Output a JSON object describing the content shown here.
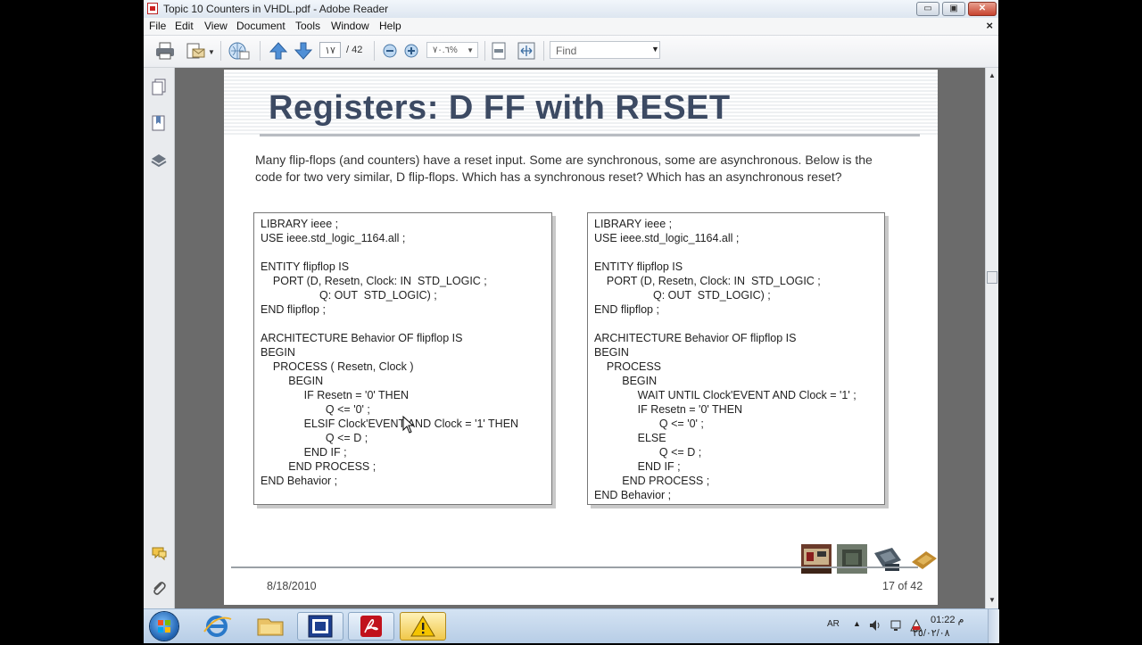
{
  "window": {
    "title": "Topic 10  Counters in VHDL.pdf - Adobe Reader",
    "controls": {
      "minimize": "▭",
      "maximize": "▣",
      "close": "✕"
    }
  },
  "menu": {
    "items": [
      "File",
      "Edit",
      "View",
      "Document",
      "Tools",
      "Window",
      "Help"
    ],
    "close_label": "×"
  },
  "toolbar": {
    "page_value": "١٧",
    "page_total": "/ 42",
    "zoom_value": "٧٠.٦%",
    "find_placeholder": "Find",
    "icons": [
      "print-icon",
      "email-icon",
      "collaborate-icon",
      "previous-page-icon",
      "next-page-icon",
      "zoom-out-icon",
      "zoom-in-icon",
      "fit-page-icon",
      "fit-width-icon"
    ]
  },
  "left_nav": {
    "icons": [
      "pages-icon",
      "bookmarks-icon",
      "layers-icon",
      "comments-icon",
      "attachments-icon"
    ]
  },
  "slide": {
    "title": "Registers: D FF with RESET",
    "intro": "Many flip-flops (and counters) have a reset input. Some are synchronous, some are asynchronous. Below is the code for two very similar, D flip-flops. Which has a synchronous reset? Which has an asynchronous reset?",
    "code_left": "LIBRARY ieee ;\nUSE ieee.std_logic_1164.all ;\n\nENTITY flipflop IS\n    PORT (D, Resetn, Clock: IN  STD_LOGIC ;\n                   Q: OUT  STD_LOGIC) ;\nEND flipflop ;\n\nARCHITECTURE Behavior OF flipflop IS\nBEGIN\n    PROCESS ( Resetn, Clock )\n         BEGIN\n              IF Resetn = '0' THEN\n                     Q <= '0' ;\n              ELSIF Clock'EVENT AND Clock = '1' THEN\n                     Q <= D ;\n              END IF ;\n         END PROCESS ;\nEND Behavior ;",
    "code_right": "LIBRARY ieee ;\nUSE ieee.std_logic_1164.all ;\n\nENTITY flipflop IS\n    PORT (D, Resetn, Clock: IN  STD_LOGIC ;\n                   Q: OUT  STD_LOGIC) ;\nEND flipflop ;\n\nARCHITECTURE Behavior OF flipflop IS\nBEGIN\n    PROCESS\n         BEGIN\n              WAIT UNTIL Clock'EVENT AND Clock = '1' ;\n              IF Resetn = '0' THEN\n                     Q <= '0' ;\n              ELSE\n                     Q <= D ;\n              END IF ;\n         END PROCESS ;\nEND Behavior ;",
    "footer_date": "8/18/2010",
    "footer_page": "17  of 42"
  },
  "taskbar": {
    "apps": [
      "internet-explorer-icon",
      "file-explorer-icon",
      "app-window-icon",
      "adobe-reader-icon",
      "warning-icon"
    ],
    "language": "AR",
    "time": "01:22 م",
    "date": "٢٥/٠٢/٠٨"
  }
}
